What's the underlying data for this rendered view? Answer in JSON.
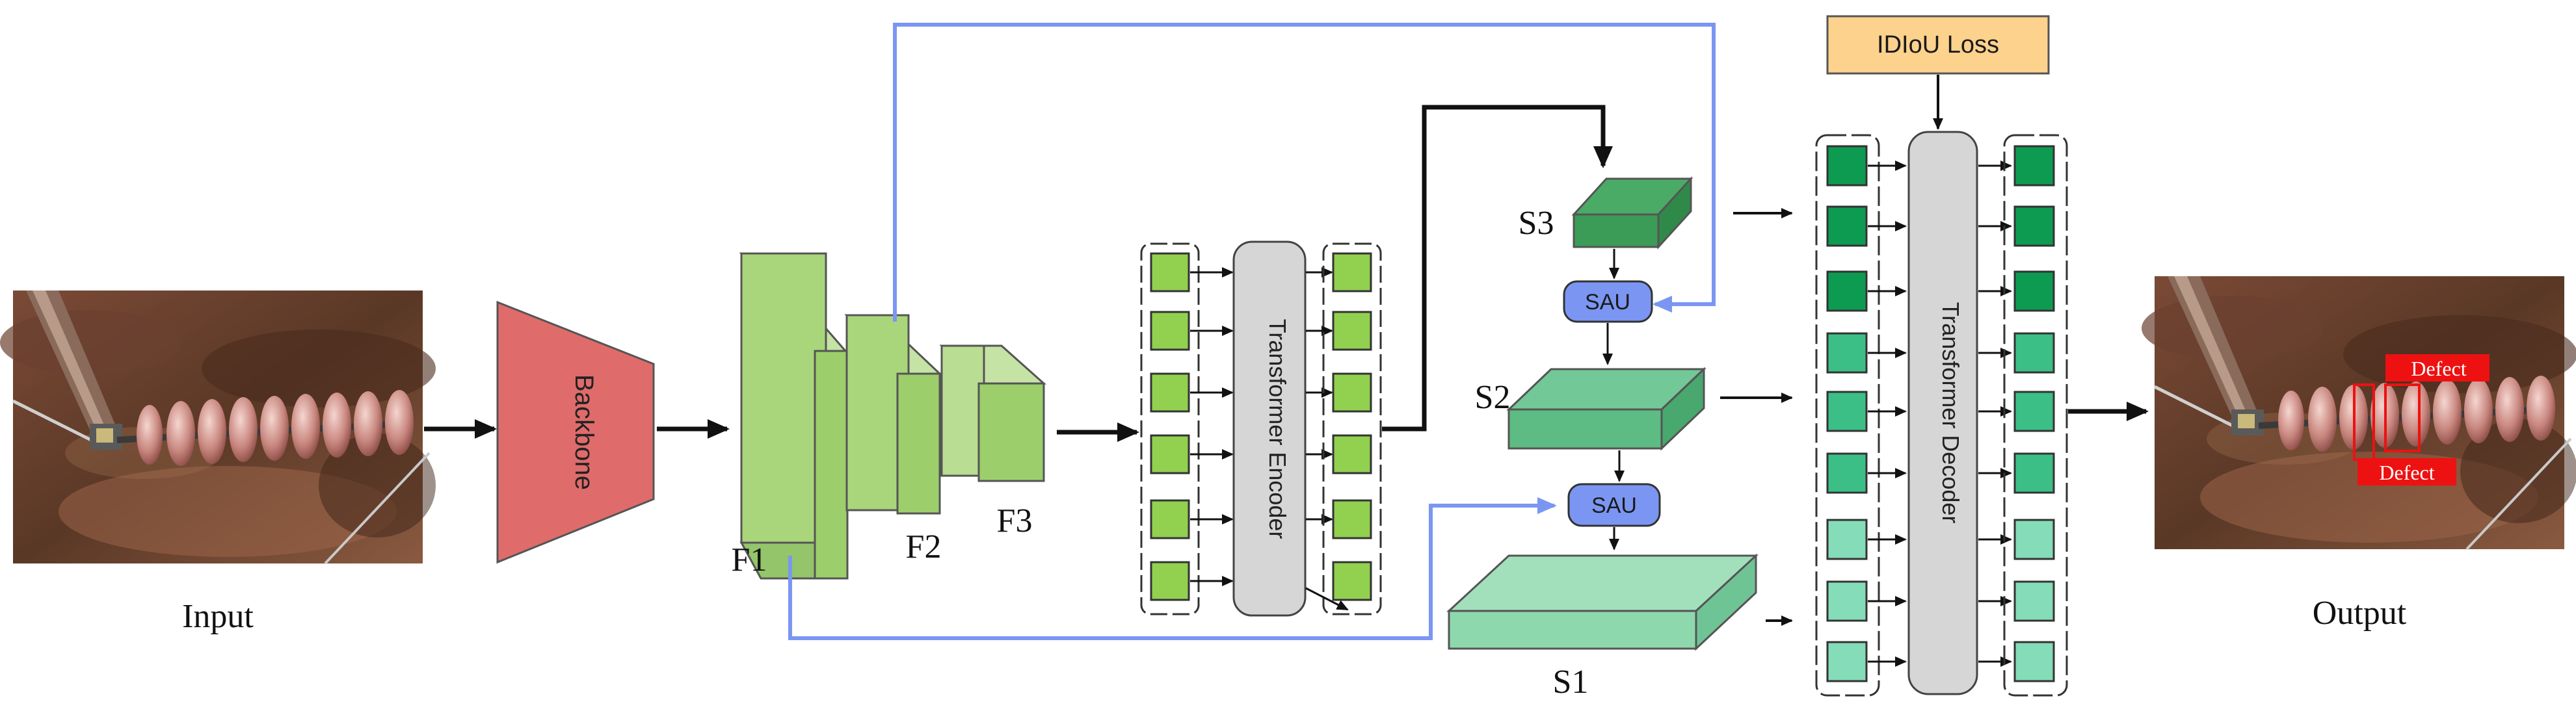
{
  "labels": {
    "input": "Input",
    "backbone": "Backbone",
    "f1": "F1",
    "f2": "F2",
    "f3": "F3",
    "encoder": "Transformer Encoder",
    "decoder": "Transformer Decoder",
    "s1": "S1",
    "s2": "S2",
    "s3": "S3",
    "sau": "SAU",
    "loss": "IDIoU Loss",
    "output": "Output",
    "defect": "Defect"
  },
  "colors": {
    "backbone": "#e06b6b",
    "feature_green": "#a9d67a",
    "token_green": "#92d050",
    "s3": "#3a9c56",
    "s2": "#5dbb84",
    "s1": "#8ed8ad",
    "sau": "#7b96f2",
    "skip_line": "#7b96f2",
    "loss_box": "#fcd28c",
    "defect_box": "#ee1111"
  },
  "icons": {
    "input_image": "insulator-photo",
    "output_image": "insulator-photo-with-detections"
  }
}
